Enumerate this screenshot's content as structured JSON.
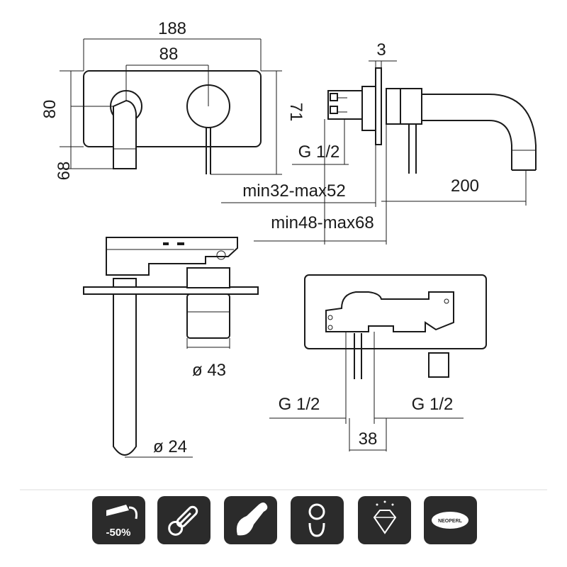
{
  "dimensions": {
    "front_width": "188",
    "front_inner": "88",
    "front_height": "80",
    "spout_height": "68",
    "plate_height": "71",
    "plate_thickness": "3",
    "inlet_thread": "G 1/2",
    "depth_range_1": "min32-max52",
    "depth_range_2": "min48-max68",
    "spout_length": "200",
    "body_diameter": "ø 43",
    "spout_diameter": "ø 24",
    "inlet_left": "G 1/2",
    "inlet_right": "G 1/2",
    "inlet_spacing": "38"
  },
  "icons": [
    {
      "name": "water-saving-icon",
      "label": "-50%"
    },
    {
      "name": "thermometer-icon",
      "label": ""
    },
    {
      "name": "cold-start-icon",
      "label": ""
    },
    {
      "name": "swivel-spout-icon",
      "label": ""
    },
    {
      "name": "diamond-finish-icon",
      "label": ""
    },
    {
      "name": "neoperl-aerator-icon",
      "label": "NEOPERL"
    }
  ],
  "colors": {
    "line": "#1a1a1a",
    "icon_background": "#2b2b2b",
    "icon_foreground": "#ffffff"
  }
}
